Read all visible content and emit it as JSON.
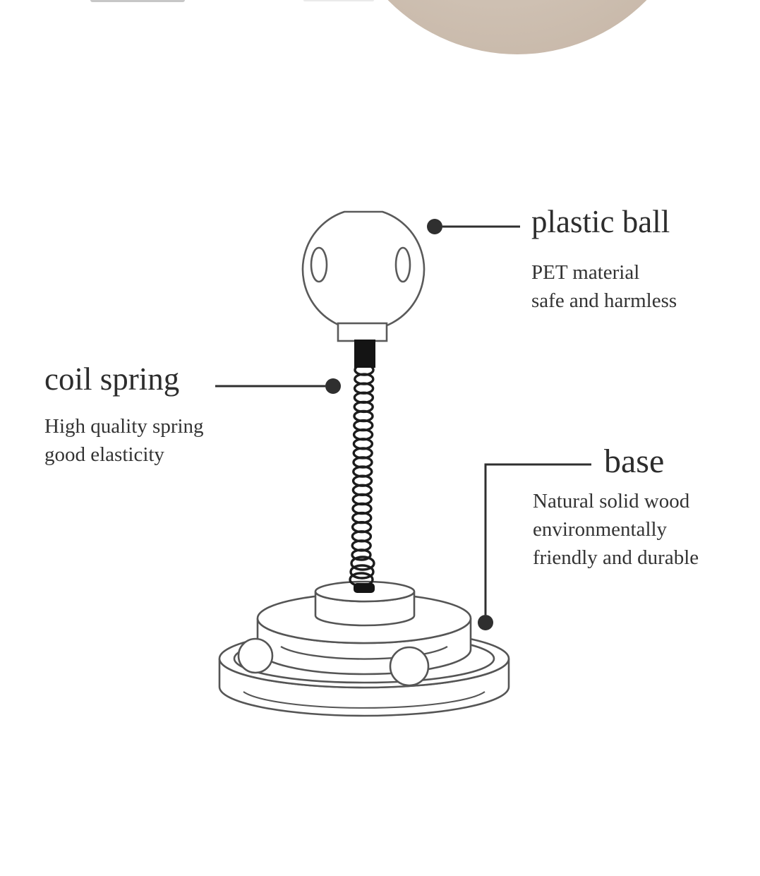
{
  "callouts": {
    "plastic_ball": {
      "title": "plastic ball",
      "description": "PET material\nsafe and harmless"
    },
    "coil_spring": {
      "title": "coil spring",
      "description": "High quality spring\ngood elasticity"
    },
    "base": {
      "title": "base",
      "description": "Natural solid wood\nenvironmentally\nfriendly and durable"
    }
  },
  "colors": {
    "label_text": "#2d2d2d",
    "line_art_stroke": "#555555",
    "callout_line": "#2f2f2f",
    "spring_dark": "#1c1c1c",
    "wood_photo_beige": "#cec0b2",
    "background": "#ffffff"
  }
}
